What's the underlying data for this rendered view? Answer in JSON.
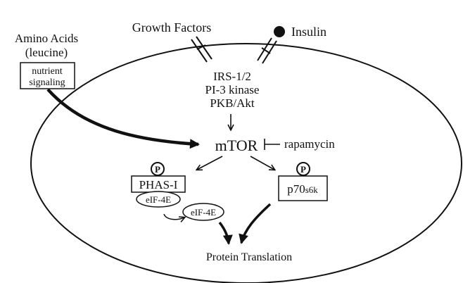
{
  "labels": {
    "amino_acids": "Amino Acids",
    "leucine": "(leucine)",
    "nutrient": "nutrient",
    "signaling": "signaling",
    "growth_factors": "Growth Factors",
    "insulin": "Insulin",
    "irs": "IRS-1/2",
    "pi3k": "PI-3 kinase",
    "pkb": "PKB/Akt",
    "mtor": "mTOR",
    "rapamycin": "rapamycin",
    "phas": "PHAS-I",
    "eif_bound": "eIF-4E",
    "eif_free": "eIF-4E",
    "p70_main": "p70",
    "p70_sub": "s6k",
    "phospho_1": "P",
    "phospho_2": "P",
    "protein_translation": "Protein Translation"
  },
  "colors": {
    "ink": "#111111",
    "background": "#ffffff"
  },
  "icons": [
    "insulin-molecule-icon",
    "receptor-icon",
    "phosphate-icon",
    "activation-arrow-icon",
    "inhibition-bar-icon"
  ]
}
